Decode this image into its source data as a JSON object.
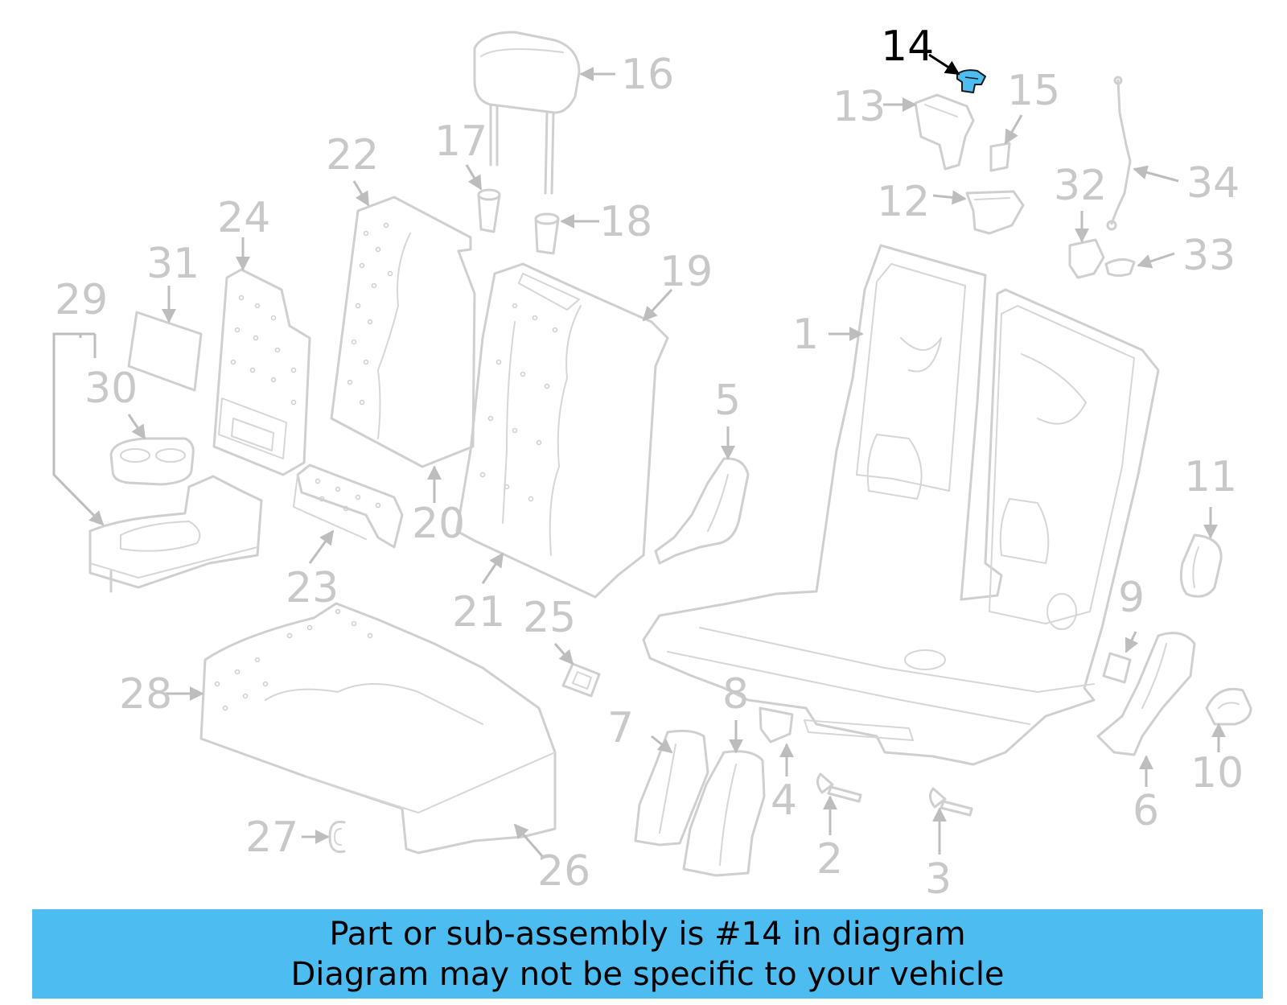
{
  "callouts": {
    "c1": "1",
    "c2": "2",
    "c3": "3",
    "c4": "4",
    "c5": "5",
    "c6": "6",
    "c7": "7",
    "c8": "8",
    "c9": "9",
    "c10": "10",
    "c11": "11",
    "c12": "12",
    "c13": "13",
    "c14": "14",
    "c15": "15",
    "c16": "16",
    "c17": "17",
    "c18": "18",
    "c19": "19",
    "c20": "20",
    "c21": "21",
    "c22": "22",
    "c23": "23",
    "c24": "24",
    "c25": "25",
    "c26": "26",
    "c27": "27",
    "c28": "28",
    "c29": "29",
    "c30": "30",
    "c31": "31",
    "c32": "32",
    "c33": "33",
    "c34": "34"
  },
  "highlighted_part": "14",
  "colors": {
    "highlight": "#4dbcf1",
    "line": "#cfcfcf",
    "banner": "#4dbcf1",
    "text": "#000000"
  },
  "banner": {
    "line1": "Part or sub-assembly is #14 in diagram",
    "line2": "Diagram may not be specific to your vehicle"
  }
}
